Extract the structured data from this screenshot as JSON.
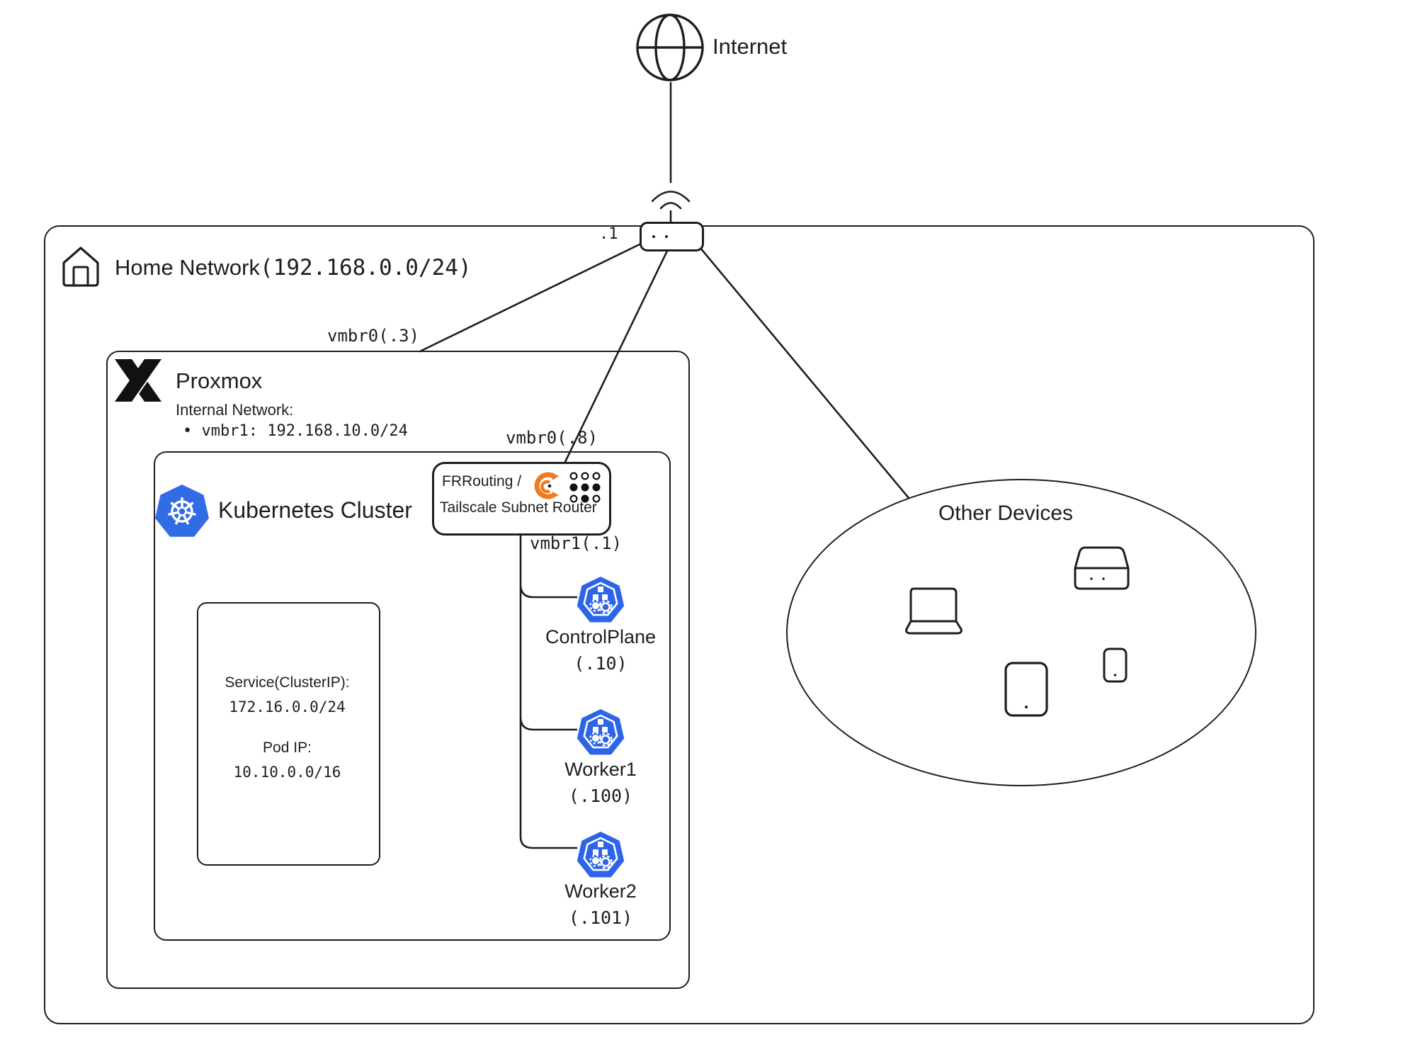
{
  "colors": {
    "stroke": "#1e1e1e",
    "k8s_blue": "#326ce5",
    "node_blue": "#2d64e8",
    "frr_orange": "#ee7b22"
  },
  "internet": {
    "label": "Internet"
  },
  "router": {
    "ip_label": ".1"
  },
  "home_network": {
    "name": "Home Network",
    "cidr": "(192.168.0.0/24)"
  },
  "links": {
    "proxmox_uplink": "vmbr0(.3)",
    "frr_uplink": "vmbr0(.8)",
    "frr_downlink": "vmbr1(.1)"
  },
  "proxmox": {
    "title": "Proxmox",
    "internal_network_label": "Internal Network:",
    "bridge": "• vmbr1: 192.168.10.0/24"
  },
  "kubernetes": {
    "title": "Kubernetes Cluster",
    "service_box": {
      "service_label": "Service(ClusterIP):",
      "service_cidr": "172.16.0.0/24",
      "pod_label": "Pod IP:",
      "pod_cidr": "10.10.0.0/16"
    },
    "nodes": [
      {
        "name": "ControlPlane",
        "ip": "(.10)"
      },
      {
        "name": "Worker1",
        "ip": "(.100)"
      },
      {
        "name": "Worker2",
        "ip": "(.101)"
      }
    ]
  },
  "frr_box": {
    "line1": "FRRouting /",
    "line2": "Tailscale Subnet Router"
  },
  "other_devices": {
    "title": "Other Devices"
  }
}
